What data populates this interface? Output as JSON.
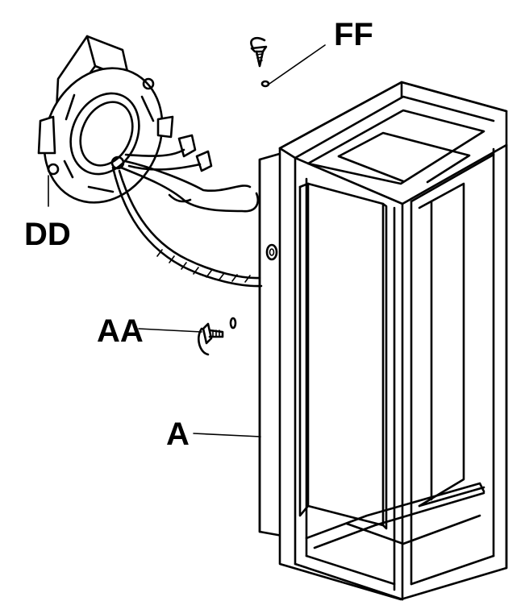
{
  "labels": {
    "ff": "FF",
    "dd": "DD",
    "aa": "AA",
    "a": "A"
  }
}
